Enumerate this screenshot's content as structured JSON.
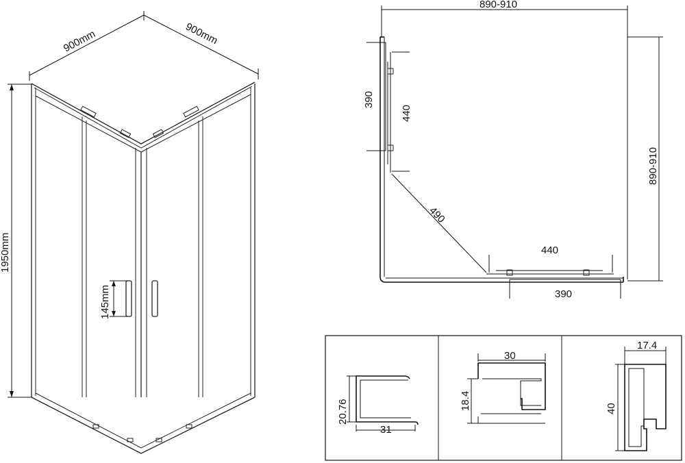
{
  "isometric": {
    "width_left": "900mm",
    "width_right": "900mm",
    "height": "1950mm",
    "handle_height": "145mm"
  },
  "plan": {
    "top_overall": "890-910",
    "right_overall": "890-910",
    "left_panel": "390",
    "left_door": "440",
    "diagonal": "490",
    "bottom_door": "440",
    "bottom_panel": "390"
  },
  "profiles": {
    "profile_1": {
      "height": "20.76",
      "width": "31"
    },
    "profile_2": {
      "width": "30",
      "height": "18.4"
    },
    "profile_3": {
      "width": "17.4",
      "height": "40"
    }
  },
  "colors": {
    "line": "#111111",
    "background": "#ffffff"
  }
}
